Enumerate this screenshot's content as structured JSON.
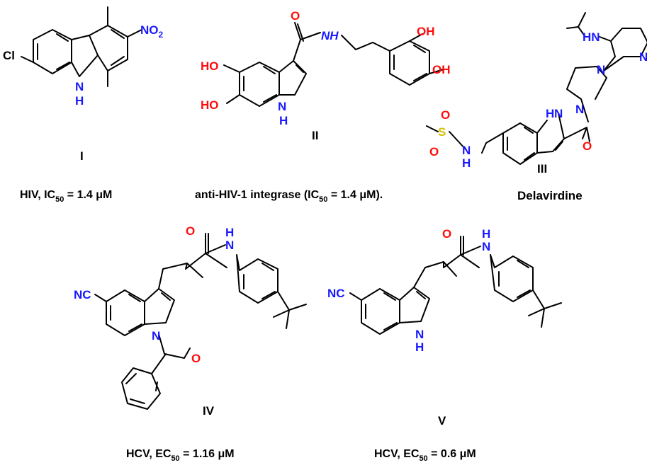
{
  "colors": {
    "nitrogen": "#1a1aff",
    "oxygen": "#ff0d0d",
    "sulfur": "#d4c000",
    "bond": "#000000"
  },
  "compounds": [
    {
      "id": "I",
      "labels": {
        "cl": "Cl",
        "nh": "H",
        "n": "N",
        "no2_n": "NO",
        "no2_sub": "2"
      },
      "caption": {
        "prefix": "HIV, IC",
        "sub": "50",
        "suffix": " = 1.4 μM"
      }
    },
    {
      "id": "II",
      "labels": {
        "ho1": "HO",
        "ho2": "HO",
        "oh1": "OH",
        "oh2": "OH",
        "o": "O",
        "nh_amide": "NH",
        "n": "N",
        "h": "H"
      },
      "caption": {
        "prefix": "anti-HIV-1 integrase (IC",
        "sub": "50",
        "suffix": " = 1.4 μM)."
      }
    },
    {
      "id": "III",
      "name": "Delavirdine",
      "labels": {
        "s": "S",
        "o1": "O",
        "o2": "O",
        "nh_sulf_n": "N",
        "nh_sulf_h": "H",
        "n_indole": "N",
        "h_indole": "H",
        "o_amide": "O",
        "n_pip1": "N",
        "n_pip2": "N",
        "n_pyr": "N",
        "hn": "HN"
      }
    },
    {
      "id": "IV",
      "labels": {
        "nc": "NC",
        "o_amide": "O",
        "hn": "H",
        "n_amide": "N",
        "n_indole": "N",
        "o_benz": "O"
      },
      "caption": {
        "prefix": "HCV, EC",
        "sub": "50",
        "suffix": " = 1.16 μM"
      }
    },
    {
      "id": "V",
      "labels": {
        "nc": "NC",
        "o_amide": "O",
        "hn": "H",
        "n_amide": "N",
        "n_indole": "N",
        "h_indole": "H"
      },
      "caption": {
        "prefix": "HCV, EC",
        "sub": "50",
        "suffix": " = 0.6 μM"
      }
    }
  ]
}
